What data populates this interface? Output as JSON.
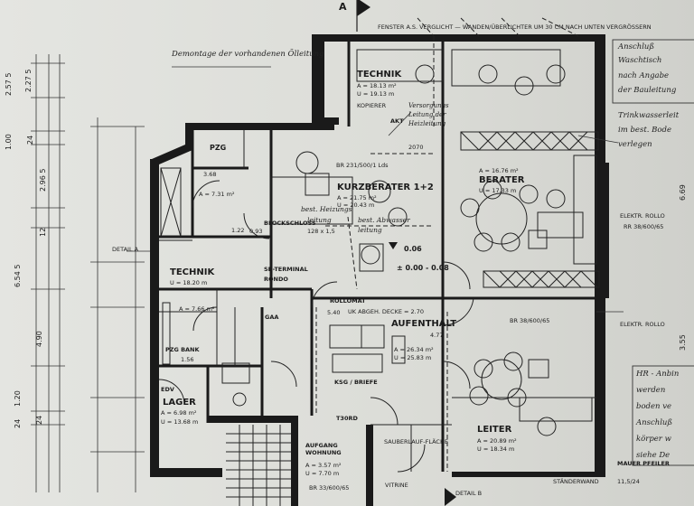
{
  "north_marker": "A",
  "header_note": "FENSTER A.S. VERGLICHT — WANDEN/ÜBERLICHTER UM 30 CM NACH UNTEN VERGRÖSSERN",
  "notes": {
    "demontage": "Demontage der vorhandenen Ölleitung",
    "anschluss": [
      "Anschluß",
      "Waschtisch",
      "nach Angabe",
      "der Bauleitung"
    ],
    "trinkwasser": [
      "Trinkwasserleit",
      "im best. Bode",
      "verlegen"
    ],
    "versorgung": [
      "Versorgungs",
      "Leitung der",
      "Heizleitung"
    ],
    "heizungsleitung": [
      "best. Heizungs",
      "leitung",
      "128 x 1,5"
    ],
    "abwasser": [
      "best. Abwasser",
      "leitung"
    ],
    "anbindung": [
      "HR - Anbin",
      "werden",
      "boden ve",
      "Anschluß",
      "körper w",
      "siehe De"
    ]
  },
  "rooms": {
    "technik_top": {
      "name": "TECHNIK",
      "area": "A = 18.13 m²",
      "perimeter": "U = 19.13 m",
      "extra": "KOPIERER"
    },
    "kurzberater": {
      "name": "KURZBERATER 1+2",
      "area": "A = 21.75 m²",
      "perimeter": "U = 20.43 m"
    },
    "berater": {
      "name": "BERATER",
      "area": "A = 16.76 m²",
      "perimeter": "U = 17.33 m"
    },
    "technik_left": {
      "name": "TECHNIK",
      "perimeter": "U = 18.20 m"
    },
    "aufenthalt": {
      "name": "AUFENTHALT",
      "area": "A = 26.34 m²",
      "perimeter": "U = 25.83 m"
    },
    "lager": {
      "name": "LAGER",
      "area": "A = 6.98 m²",
      "perimeter": "U = 13.68 m"
    },
    "leiter": {
      "name": "LEITER",
      "area": "A = 20.89 m²",
      "perimeter": "U = 18.34 m"
    },
    "wohnung": {
      "name": "AUFGANG WOHNUNG",
      "area": "A = 3.57 m²",
      "perimeter": "U = 7.70 m"
    },
    "small_area": "A = 7.31 m²",
    "gaa_area": "A = 7.66 m²"
  },
  "labels": {
    "pzg": "PZG",
    "pzg_bank": "PZG BANK",
    "akt": "AKT",
    "blockschloss": "BLOCKSCHLOSS",
    "sb_terminal": "SB-TERMINAL",
    "rondo": "RONDO",
    "rollomat": "ROLLOMAT",
    "gaa": "GAA",
    "ksg": "KSG / BRIEFE",
    "edv": "EDV",
    "decke": "UK ABGEH. DECKE = 2.70",
    "level_006": "0.06",
    "level_000": "± 0.00 - 0.08",
    "level_2070": "2070",
    "detail_a": "DETAIL A",
    "detail_b": "DETAIL B",
    "br_top": "BR 231/500/1 Lds",
    "br_right": "BR 38/600/65",
    "br_bottom": "BR 33/600/65",
    "rr_right": "RR 38/600/65",
    "elektr_rollo": "ELEKTR. ROLLO",
    "elektr_rollo2": "ELEKTR. ROLLO",
    "pfeiler": "MAUER PFEILER",
    "pfeiler_dim": "11,5/24",
    "sauberlauf": "SAUBERLAUF-FLÄCHE",
    "standerwand": "STÄNDERWAND",
    "vitrine": "VITRINE",
    "t30rd": "T30RD",
    "dim_3_68": "3.68",
    "dim_1_22": "1.22",
    "dim_1_56": "1.56",
    "dim_0_93": "0.93",
    "dim_5_40": "5.40",
    "dim_4_77": "4.77",
    "dim_669": "6.69",
    "dim_355": "3.55"
  },
  "left_dims": [
    "2.57 5",
    "2.27 5",
    "1.00",
    "24",
    "2.96 5",
    "12",
    "6.54 5",
    "4.90",
    "1.20",
    "24",
    "24"
  ]
}
